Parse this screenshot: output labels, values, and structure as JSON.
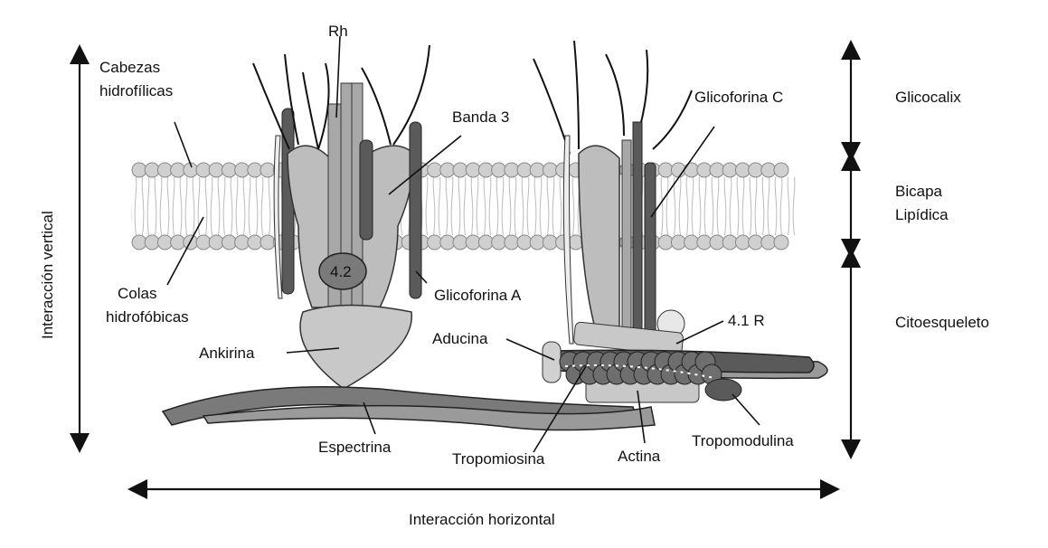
{
  "labels": {
    "rh": "Rh",
    "cabezas_1": "Cabezas",
    "cabezas_2": "hidrofílicas",
    "banda3": "Banda 3",
    "glicoforina_c": "Glicoforina C",
    "glicocalix": "Glicocalix",
    "bicapa_1": "Bicapa",
    "bicapa_2": "Lipídica",
    "colas_1": "Colas",
    "colas_2": "hidrofóbicas",
    "p42": "4.2",
    "glicoforina_a": "Glicoforina A",
    "p41r": "4.1 R",
    "citoesqueleto": "Citoesqueleto",
    "ankirina": "Ankirina",
    "aducina": "Aducina",
    "espectrina": "Espectrina",
    "tropomiosina": "Tropomiosina",
    "actina": "Actina",
    "tropomodulina": "Tropomodulina",
    "vertical": "Interacción vertical",
    "horizontal": "Interacción horizontal"
  },
  "colors": {
    "light": "#c8c8c8",
    "mid": "#a0a0a0",
    "dark": "#5a5a5a",
    "darker": "#474747"
  }
}
